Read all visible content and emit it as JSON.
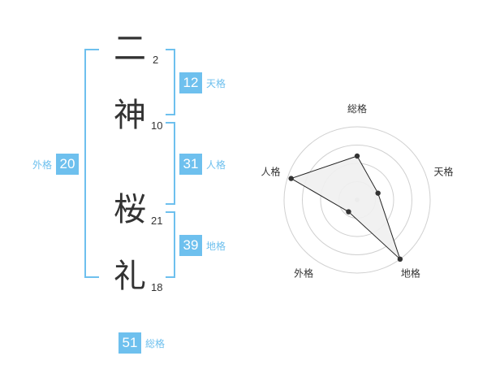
{
  "name_chars": [
    {
      "char": "二",
      "strokes": "2"
    },
    {
      "char": "神",
      "strokes": "10"
    },
    {
      "char": "桜",
      "strokes": "21"
    },
    {
      "char": "礼",
      "strokes": "18"
    }
  ],
  "scores": {
    "tenkaku": {
      "value": "12",
      "label": "天格"
    },
    "jinkaku": {
      "value": "31",
      "label": "人格"
    },
    "chikaku": {
      "value": "39",
      "label": "地格"
    },
    "gaikaku": {
      "value": "20",
      "label": "外格"
    },
    "soukaku": {
      "value": "51",
      "label": "総格"
    }
  },
  "chart_data": {
    "type": "radar",
    "axes": [
      "総格",
      "天格",
      "地格",
      "外格",
      "人格"
    ],
    "values": [
      0.6,
      0.3,
      1.0,
      0.2,
      0.95
    ],
    "rings": 4,
    "colors": {
      "fill": "#efefef",
      "line": "#222222",
      "grid": "#d0d0d0",
      "point": "#333333",
      "center": "#cccccc"
    }
  }
}
